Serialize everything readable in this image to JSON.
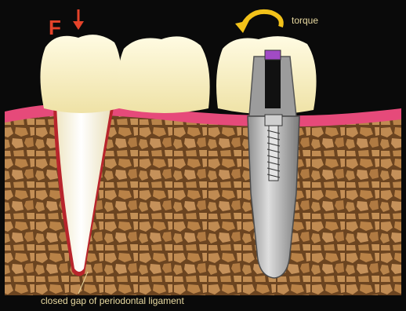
{
  "labels": {
    "force": "F",
    "torque": "torque",
    "ligament": "closed gap of periodontal ligament"
  },
  "colors": {
    "background": "#0a0a0a",
    "bone": "#b8864f",
    "bone_dark": "#6b4420",
    "gum": "#e64a7a",
    "crown": "#f6efc4",
    "root": "#fbf7e6",
    "implant": "#b9b9b9",
    "accent_red": "#e5432a",
    "accent_yellow": "#f2c21a",
    "label_text": "#e8d9a0"
  }
}
